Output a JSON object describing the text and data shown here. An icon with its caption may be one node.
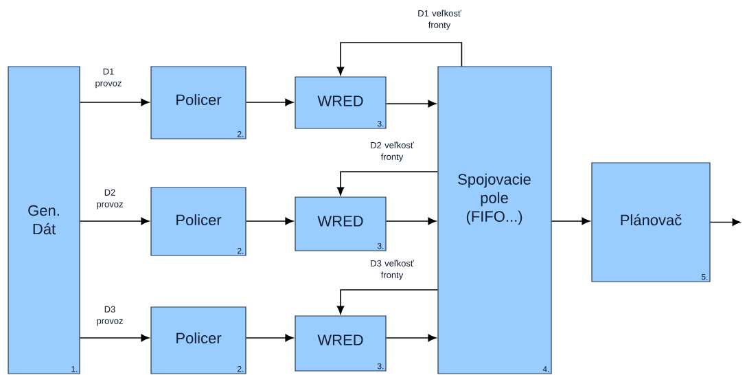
{
  "diagram": {
    "nodes": [
      {
        "text": [
          "Gen. Dát",
          "1."
        ]
      },
      {
        "text": [
          "Policer",
          "2."
        ]
      },
      {
        "text": [
          "WRED",
          "3."
        ]
      },
      {
        "text": [
          "Policer",
          "2."
        ]
      },
      {
        "text": [
          "WRED",
          "3."
        ]
      },
      {
        "text": [
          "Policer",
          "2."
        ]
      },
      {
        "text": [
          "WRED",
          "3."
        ]
      },
      {
        "text": [
          "Spojovacie pole (FIFO...)",
          "4."
        ]
      },
      {
        "text": [
          "Plánovač",
          "5."
        ]
      }
    ],
    "edges": [
      {
        "from": 0,
        "to": 1,
        "arrow": "to",
        "label": "D1 provoz"
      },
      {
        "from": 1,
        "to": 2,
        "arrow": "to"
      },
      {
        "from": 2,
        "to": 7,
        "arrow": "to"
      },
      {
        "from": 7,
        "to": 2,
        "arrow": "to",
        "label": "D1 veľkosť fronty"
      },
      {
        "from": 0,
        "to": 3,
        "arrow": "to",
        "label": "D2 provoz"
      },
      {
        "from": 3,
        "to": 4,
        "arrow": "to"
      },
      {
        "from": 4,
        "to": 7,
        "arrow": "to"
      },
      {
        "from": 7,
        "to": 4,
        "arrow": "to",
        "label": "D2 veľkosť fronty"
      },
      {
        "from": 0,
        "to": 5,
        "arrow": "to",
        "label": "D3 provoz"
      },
      {
        "from": 5,
        "to": 6,
        "arrow": "to"
      },
      {
        "from": 6,
        "to": 7,
        "arrow": "to"
      },
      {
        "from": 7,
        "to": 6,
        "arrow": "to",
        "label": "D3 veľkosť fronty"
      },
      {
        "from": 7,
        "to": 8,
        "arrow": "to"
      },
      {
        "from": 8,
        "to": null,
        "arrow": "to"
      }
    ]
  }
}
